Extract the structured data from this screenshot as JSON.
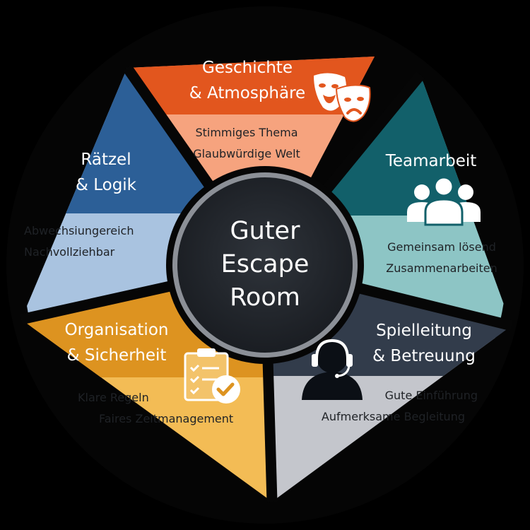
{
  "center": {
    "lines": [
      "Guter",
      "Escape",
      "Room"
    ]
  },
  "segments": [
    {
      "id": "geschichte",
      "title_lines": [
        "Geschichte",
        "& Atmosphäre"
      ],
      "items": [
        "Stimmiges Thema",
        "Glaubwürdige Welt"
      ],
      "icon": "theater-masks-icon",
      "color_dark": "#e2561e",
      "color_light": "#f6a37e"
    },
    {
      "id": "teamarbeit",
      "title_lines": [
        "Teamarbeit"
      ],
      "items": [
        "Gemeinsam lösend",
        "Zusammenarbeiten"
      ],
      "icon": "team-icon",
      "color_dark": "#12606a",
      "color_light": "#8dc5c5"
    },
    {
      "id": "spielleitung",
      "title_lines": [
        "Spielleitung",
        "& Betreuung"
      ],
      "items": [
        "Gute Einführung",
        "Aufmerksame Begleitung"
      ],
      "icon": "headset-icon",
      "color_dark": "#323c4b",
      "color_light": "#c4c6cc"
    },
    {
      "id": "organisation",
      "title_lines": [
        "Organisation",
        "& Sicherheit"
      ],
      "items": [
        "Klare Regeln",
        "Faires Zeitmanagement"
      ],
      "icon": "clipboard-check-icon",
      "color_dark": "#dd9320",
      "color_light": "#f3bc55"
    },
    {
      "id": "raetsel",
      "title_lines": [
        "Rätzel",
        "& Logik"
      ],
      "items": [
        "Abwechsiungereich",
        "Nachvollziehbar"
      ],
      "icon": "",
      "color_dark": "#2c5f97",
      "color_light": "#a9c3e0"
    }
  ]
}
